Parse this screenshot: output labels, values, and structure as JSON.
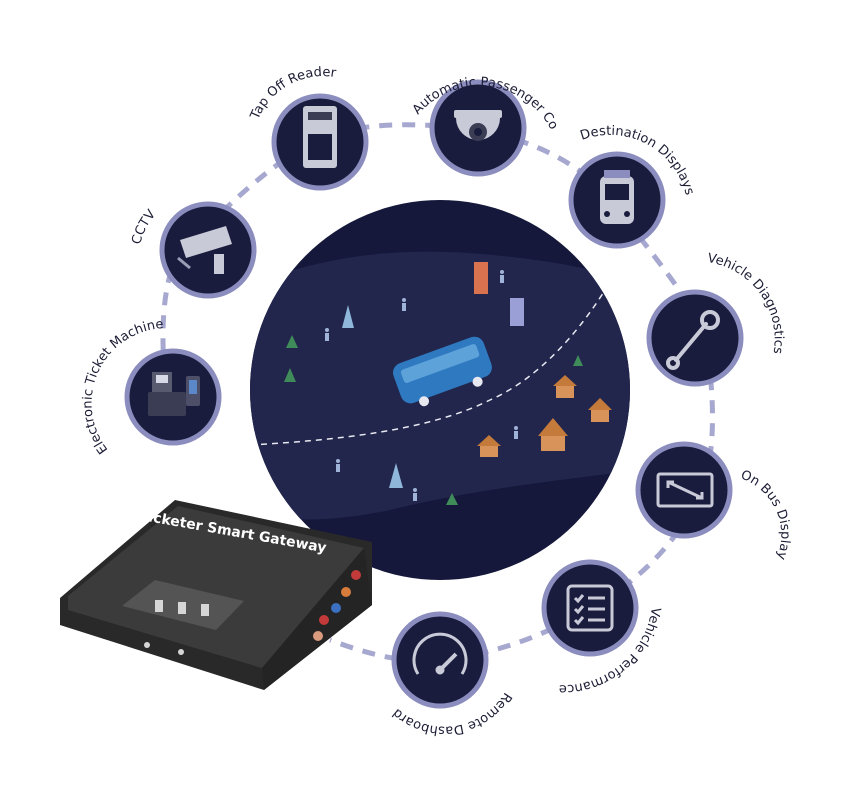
{
  "gateway": {
    "label": "Ticketer Smart Gateway"
  },
  "features": [
    {
      "label": "Electronic Ticket Machine",
      "icon": "ticket-machine-icon"
    },
    {
      "label": "CCTV",
      "icon": "cctv-camera-icon"
    },
    {
      "label": "Tap Off Reader",
      "icon": "card-reader-icon"
    },
    {
      "label": "Automatic Passenger Counting",
      "icon": "dome-camera-icon"
    },
    {
      "label": "Destination Displays",
      "icon": "bus-front-icon"
    },
    {
      "label": "Vehicle Diagnostics",
      "icon": "wrench-icon"
    },
    {
      "label": "On Bus Display",
      "icon": "screen-arrows-icon"
    },
    {
      "label": "Vehicle Performance",
      "icon": "checklist-icon"
    },
    {
      "label": "Remote Dashboard",
      "icon": "gauge-icon"
    }
  ],
  "colors": {
    "node_fill": "#1a1c3e",
    "node_ring": "#8b8dbf",
    "connector": "#a7a8cf",
    "scene_sky": "#15183a",
    "scene_band": "#22264d",
    "bus": "#2e79c0",
    "gateway_body": "#3c3b3b",
    "icon": "#c9cad8"
  }
}
